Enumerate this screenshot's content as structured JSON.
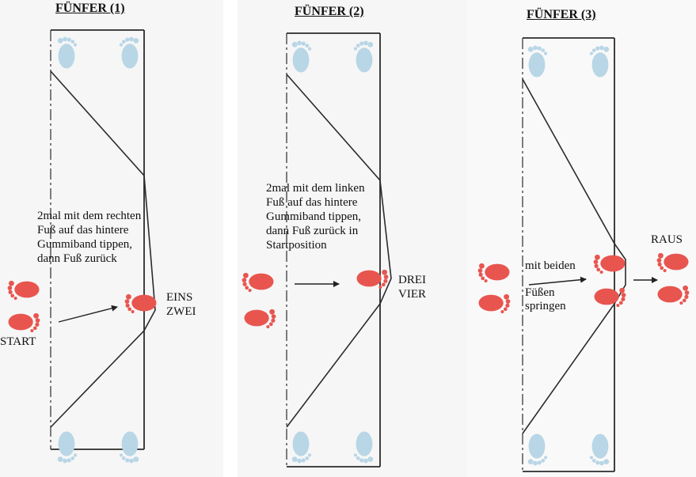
{
  "colors": {
    "red_foot": "#e8554f",
    "blue_foot": "#b8d6e6",
    "line": "#2b2b2b"
  },
  "panels": [
    {
      "title": "FÜNFER (1)",
      "instruction": [
        "2mal mit dem rechten",
        "Fuß auf das hintere",
        "Gummiband tippen,",
        "dann Fuß zurück"
      ],
      "labels": [
        "EINS",
        "ZWEI"
      ],
      "start_label": "START"
    },
    {
      "title": "FÜNFER (2)",
      "instruction": [
        "2mal mit dem linken",
        "Fuß auf das hintere",
        "Gummiband tippen,",
        "dann Fuß zurück in",
        "Startposition"
      ],
      "labels": [
        "DREI",
        "VIER"
      ]
    },
    {
      "title": "FÜNFER (3)",
      "instruction": [
        "mit beiden",
        "",
        "Füßen",
        "springen"
      ],
      "out_label": "RAUS"
    }
  ]
}
